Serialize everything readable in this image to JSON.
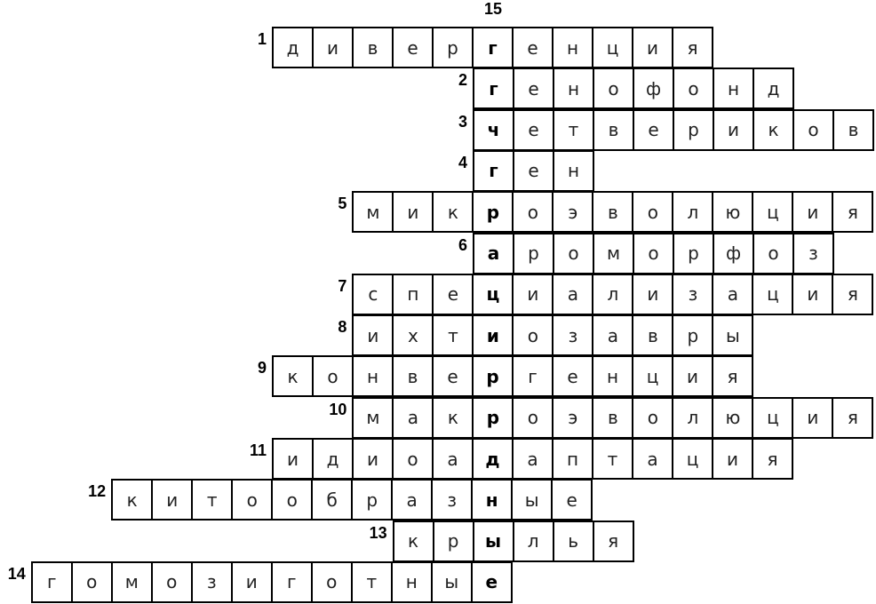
{
  "column_number": "15",
  "rows": [
    {
      "number": "1",
      "letters": [
        "д",
        "и",
        "в",
        "е",
        "р",
        "г",
        "е",
        "н",
        "ц",
        "и",
        "я"
      ]
    },
    {
      "number": "2",
      "letters": [
        "г",
        "е",
        "н",
        "о",
        "ф",
        "о",
        "н",
        "д"
      ]
    },
    {
      "number": "3",
      "letters": [
        "ч",
        "е",
        "т",
        "в",
        "е",
        "р",
        "и",
        "к",
        "о",
        "в"
      ]
    },
    {
      "number": "4",
      "letters": [
        "г",
        "е",
        "н"
      ]
    },
    {
      "number": "5",
      "letters": [
        "м",
        "и",
        "к",
        "р",
        "о",
        "э",
        "в",
        "о",
        "л",
        "ю",
        "ц",
        "и",
        "я"
      ]
    },
    {
      "number": "6",
      "letters": [
        "а",
        "р",
        "о",
        "м",
        "о",
        "р",
        "ф",
        "о",
        "з"
      ]
    },
    {
      "number": "7",
      "letters": [
        "с",
        "п",
        "е",
        "ц",
        "и",
        "а",
        "л",
        "и",
        "з",
        "а",
        "ц",
        "и",
        "я"
      ]
    },
    {
      "number": "8",
      "letters": [
        "и",
        "х",
        "т",
        "и",
        "о",
        "з",
        "а",
        "в",
        "р",
        "ы"
      ]
    },
    {
      "number": "9",
      "letters": [
        "к",
        "о",
        "н",
        "в",
        "е",
        "р",
        "г",
        "е",
        "н",
        "ц",
        "и",
        "я"
      ]
    },
    {
      "number": "10",
      "letters": [
        "м",
        "а",
        "к",
        "р",
        "о",
        "э",
        "в",
        "о",
        "л",
        "ю",
        "ц",
        "и",
        "я"
      ]
    },
    {
      "number": "11",
      "letters": [
        "и",
        "д",
        "и",
        "о",
        "а",
        "д",
        "а",
        "п",
        "т",
        "а",
        "ц",
        "и",
        "я"
      ]
    },
    {
      "number": "12",
      "letters": [
        "к",
        "и",
        "т",
        "о",
        "о",
        "б",
        "р",
        "а",
        "з",
        "н",
        "ы",
        "е"
      ]
    },
    {
      "number": "13",
      "letters": [
        "к",
        "р",
        "ы",
        "л",
        "ь",
        "я"
      ]
    },
    {
      "number": "14",
      "letters": [
        "г",
        "о",
        "м",
        "о",
        "з",
        "и",
        "г",
        "о",
        "т",
        "н",
        "ы",
        "е"
      ]
    }
  ]
}
